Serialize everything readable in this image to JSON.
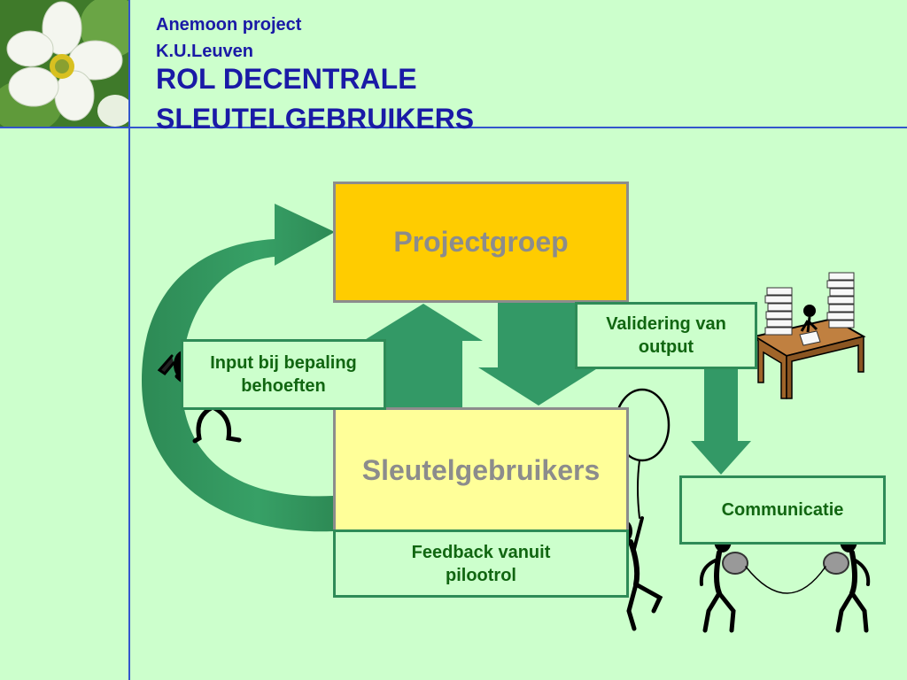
{
  "header": {
    "project": "Anemoon project",
    "institution": "K.U.Leuven",
    "title_line1": "ROL DECENTRALE",
    "title_line2": "SLEUTELGEBRUIKERS"
  },
  "diagram": {
    "projectgroep": "Projectgroep",
    "sleutelgebruikers": "Sleutelgebruikers",
    "input_line1": "Input bij bepaling",
    "input_line2": "behoeften",
    "validering_line1": "Validering van",
    "validering_line2": "output",
    "feedback_line1": "Feedback vanuit",
    "feedback_line2": "pilootrol",
    "communicatie": "Communicatie"
  },
  "colors": {
    "background": "#ccffcc",
    "title": "#1a1aa6",
    "arrow": "#339966",
    "projectgroep_fill": "#ffcc00",
    "sleutelgebruikers_fill": "#ffff99",
    "box_text": "#116611"
  }
}
